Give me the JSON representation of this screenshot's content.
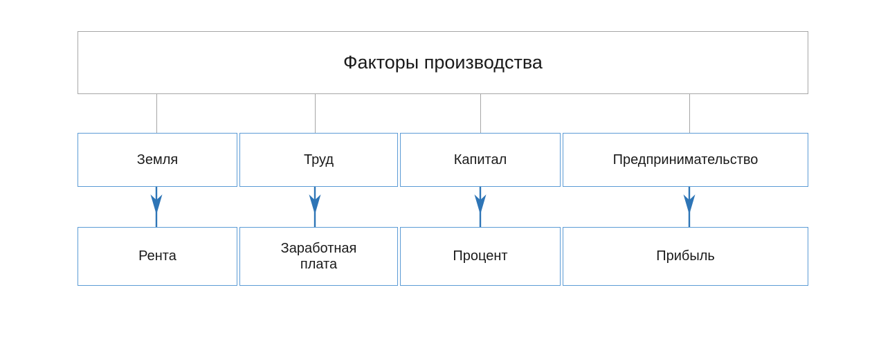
{
  "diagram": {
    "title_node": {
      "label": "Факторы производства",
      "border_color": "#a6a6a6"
    },
    "factors_row": {
      "border_color": "#5b9bd5",
      "items": [
        {
          "label": "Земля"
        },
        {
          "label": "Труд"
        },
        {
          "label": "Капитал"
        },
        {
          "label": "Предпринимательство"
        }
      ]
    },
    "incomes_row": {
      "border_color": "#5b9bd5",
      "items": [
        {
          "label": "Рента"
        },
        {
          "label": "Заработная\nплата"
        },
        {
          "label": "Процент"
        },
        {
          "label": "Прибыль"
        }
      ]
    },
    "connectors": {
      "tree_line_color": "#a6a6a6",
      "arrow_color": "#2e75b6"
    }
  }
}
